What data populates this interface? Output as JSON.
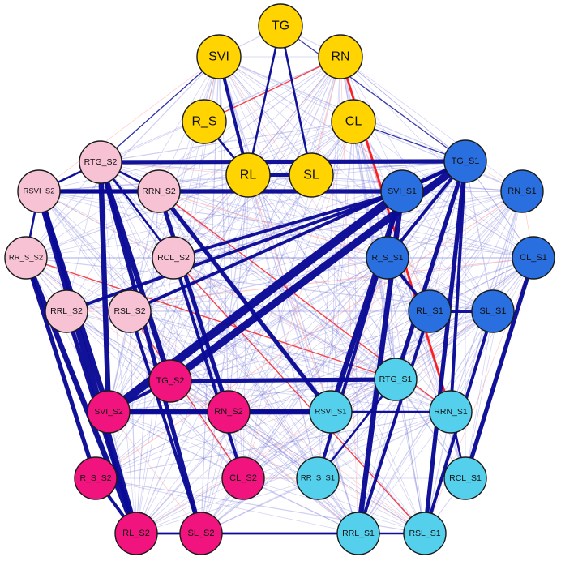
{
  "diagram": {
    "type": "network",
    "colors": {
      "group_original": "#ffd400",
      "group_S1_deep": "#2a6fe0",
      "group_S1_light": "#55d0ec",
      "group_S2_light": "#f7c2d4",
      "group_S2_deep": "#f2147e",
      "edge_positive": "#0a0a96",
      "edge_negative": "#ff1a1a"
    },
    "groups": [
      {
        "id": "original",
        "color": "#ffd400",
        "nodes": [
          "TG",
          "SVI",
          "RN",
          "R_S",
          "CL",
          "RL",
          "SL"
        ]
      },
      {
        "id": "S1_deep",
        "color": "#2a6fe0",
        "nodes": [
          "TG_S1",
          "RN_S1",
          "SVI_S1",
          "R_S_S1",
          "CL_S1",
          "RL_S1",
          "SL_S1"
        ]
      },
      {
        "id": "S1_light",
        "color": "#55d0ec",
        "nodes": [
          "RTG_S1",
          "RSVI_S1",
          "RRN_S1",
          "RR_S_S1",
          "RCL_S1",
          "RRL_S1",
          "RSL_S1"
        ]
      },
      {
        "id": "S2_deep",
        "color": "#f2147e",
        "nodes": [
          "TG_S2",
          "SVI_S2",
          "RN_S2",
          "R_S_S2",
          "CL_S2",
          "RL_S2",
          "SL_S2"
        ]
      },
      {
        "id": "S2_light",
        "color": "#f7c2d4",
        "nodes": [
          "RTG_S2",
          "RSVI_S2",
          "RRN_S2",
          "RR_S_S2",
          "RCL_S2",
          "RRL_S2",
          "RSL_S2"
        ]
      }
    ],
    "nodes": [
      {
        "id": "TG",
        "label": "TG",
        "group": "original"
      },
      {
        "id": "SVI",
        "label": "SVI",
        "group": "original"
      },
      {
        "id": "RN",
        "label": "RN",
        "group": "original"
      },
      {
        "id": "R_S",
        "label": "R_S",
        "group": "original"
      },
      {
        "id": "CL",
        "label": "CL",
        "group": "original"
      },
      {
        "id": "RL",
        "label": "RL",
        "group": "original"
      },
      {
        "id": "SL",
        "label": "SL",
        "group": "original"
      },
      {
        "id": "TG_S1",
        "label": "TG_S1",
        "group": "S1_deep"
      },
      {
        "id": "RN_S1",
        "label": "RN_S1",
        "group": "S1_deep"
      },
      {
        "id": "SVI_S1",
        "label": "SVI_S1",
        "group": "S1_deep"
      },
      {
        "id": "R_S_S1",
        "label": "R_S_S1",
        "group": "S1_deep"
      },
      {
        "id": "CL_S1",
        "label": "CL_S1",
        "group": "S1_deep"
      },
      {
        "id": "RL_S1",
        "label": "RL_S1",
        "group": "S1_deep"
      },
      {
        "id": "SL_S1",
        "label": "SL_S1",
        "group": "S1_deep"
      },
      {
        "id": "RTG_S1",
        "label": "RTG_S1",
        "group": "S1_light"
      },
      {
        "id": "RSVI_S1",
        "label": "RSVI_S1",
        "group": "S1_light"
      },
      {
        "id": "RRN_S1",
        "label": "RRN_S1",
        "group": "S1_light"
      },
      {
        "id": "RR_S_S1",
        "label": "RR_S_S1",
        "group": "S1_light"
      },
      {
        "id": "RCL_S1",
        "label": "RCL_S1",
        "group": "S1_light"
      },
      {
        "id": "RRL_S1",
        "label": "RRL_S1",
        "group": "S1_light"
      },
      {
        "id": "RSL_S1",
        "label": "RSL_S1",
        "group": "S1_light"
      },
      {
        "id": "TG_S2",
        "label": "TG_S2",
        "group": "S2_deep"
      },
      {
        "id": "SVI_S2",
        "label": "SVI_S2",
        "group": "S2_deep"
      },
      {
        "id": "RN_S2",
        "label": "RN_S2",
        "group": "S2_deep"
      },
      {
        "id": "R_S_S2",
        "label": "R_S_S2",
        "group": "S2_deep"
      },
      {
        "id": "CL_S2",
        "label": "CL_S2",
        "group": "S2_deep"
      },
      {
        "id": "RL_S2",
        "label": "RL_S2",
        "group": "S2_deep"
      },
      {
        "id": "SL_S2",
        "label": "SL_S2",
        "group": "S2_deep"
      },
      {
        "id": "RTG_S2",
        "label": "RTG_S2",
        "group": "S2_light"
      },
      {
        "id": "RSVI_S2",
        "label": "RSVI_S2",
        "group": "S2_light"
      },
      {
        "id": "RRN_S2",
        "label": "RRN_S2",
        "group": "S2_light"
      },
      {
        "id": "RR_S_S2",
        "label": "RR_S_S2",
        "group": "S2_light"
      },
      {
        "id": "RCL_S2",
        "label": "RCL_S2",
        "group": "S2_light"
      },
      {
        "id": "RRL_S2",
        "label": "RRL_S2",
        "group": "S2_light"
      },
      {
        "id": "RSL_S2",
        "label": "RSL_S2",
        "group": "S2_light"
      }
    ],
    "edges": [
      {
        "source": "RL",
        "target": "SVI",
        "sign": "positive",
        "strength": 3
      },
      {
        "source": "SL",
        "target": "TG",
        "sign": "positive",
        "strength": 2
      },
      {
        "source": "RL",
        "target": "TG",
        "sign": "positive",
        "strength": 2
      },
      {
        "source": "RL",
        "target": "SL",
        "sign": "positive",
        "strength": 3
      },
      {
        "source": "RL",
        "target": "R_S",
        "sign": "positive",
        "strength": 2
      },
      {
        "source": "RN",
        "target": "RRN_S1",
        "sign": "negative",
        "strength": 2
      },
      {
        "source": "RN",
        "target": "R_S",
        "sign": "negative",
        "strength": 1
      },
      {
        "source": "CL",
        "target": "TG_S1",
        "sign": "positive",
        "strength": 1
      },
      {
        "source": "RTG_S2",
        "target": "TG_S1",
        "sign": "positive",
        "strength": 4
      },
      {
        "source": "RSVI_S2",
        "target": "SVI_S1",
        "sign": "positive",
        "strength": 4
      },
      {
        "source": "RTG_S2",
        "target": "RRN_S2",
        "sign": "positive",
        "strength": 2
      },
      {
        "source": "RTG_S2",
        "target": "RSVI_S2",
        "sign": "positive",
        "strength": 2
      },
      {
        "source": "RSVI_S2",
        "target": "RR_S_S2",
        "sign": "positive",
        "strength": 2
      },
      {
        "source": "RTG_S2",
        "target": "TG_S2",
        "sign": "positive",
        "strength": 5
      },
      {
        "source": "RTG_S2",
        "target": "SVI_S2",
        "sign": "positive",
        "strength": 5
      },
      {
        "source": "RSVI_S2",
        "target": "RL_S2",
        "sign": "positive",
        "strength": 6
      },
      {
        "source": "RSVI_S2",
        "target": "SVI_S2",
        "sign": "positive",
        "strength": 5
      },
      {
        "source": "RR_S_S2",
        "target": "RL_S2",
        "sign": "positive",
        "strength": 5
      },
      {
        "source": "RR_S_S2",
        "target": "R_S_S2",
        "sign": "positive",
        "strength": 4
      },
      {
        "source": "RRL_S2",
        "target": "RL_S2",
        "sign": "positive",
        "strength": 4
      },
      {
        "source": "RTG_S2",
        "target": "SL_S2",
        "sign": "positive",
        "strength": 4
      },
      {
        "source": "RRN_S2",
        "target": "RN_S2",
        "sign": "positive",
        "strength": 4
      },
      {
        "source": "RRN_S2",
        "target": "RSVI_S1",
        "sign": "positive",
        "strength": 4
      },
      {
        "source": "RCL_S2",
        "target": "CL_S2",
        "sign": "positive",
        "strength": 3
      },
      {
        "source": "RSL_S2",
        "target": "SL_S2",
        "sign": "positive",
        "strength": 3
      },
      {
        "source": "SVI_S2",
        "target": "SVI_S1",
        "sign": "positive",
        "strength": 8
      },
      {
        "source": "TG_S2",
        "target": "TG_S1",
        "sign": "positive",
        "strength": 7
      },
      {
        "source": "TG_S2",
        "target": "RTG_S1",
        "sign": "positive",
        "strength": 4
      },
      {
        "source": "SVI_S2",
        "target": "RSVI_S1",
        "sign": "positive",
        "strength": 5
      },
      {
        "source": "RN_S2",
        "target": "RSVI_S1",
        "sign": "positive",
        "strength": 3
      },
      {
        "source": "SVI_S1",
        "target": "RSVI_S1",
        "sign": "positive",
        "strength": 5
      },
      {
        "source": "SVI_S1",
        "target": "RRL_S1",
        "sign": "positive",
        "strength": 5
      },
      {
        "source": "SVI_S1",
        "target": "RR_S_S1",
        "sign": "positive",
        "strength": 3
      },
      {
        "source": "TG_S1",
        "target": "RTG_S1",
        "sign": "positive",
        "strength": 4
      },
      {
        "source": "TG_S1",
        "target": "RSL_S1",
        "sign": "positive",
        "strength": 4
      },
      {
        "source": "TG_S1",
        "target": "RRN_S1",
        "sign": "positive",
        "strength": 3
      },
      {
        "source": "TG_S1",
        "target": "SVI_S1",
        "sign": "positive",
        "strength": 3
      },
      {
        "source": "TG_S1",
        "target": "R_S_S1",
        "sign": "positive",
        "strength": 3
      },
      {
        "source": "R_S_S1",
        "target": "RL_S1",
        "sign": "positive",
        "strength": 3
      },
      {
        "source": "RL_S1",
        "target": "SL_S1",
        "sign": "positive",
        "strength": 3
      },
      {
        "source": "RL_S1",
        "target": "RRL_S1",
        "sign": "positive",
        "strength": 3
      },
      {
        "source": "CL_S1",
        "target": "RCL_S1",
        "sign": "positive",
        "strength": 4
      },
      {
        "source": "SL_S1",
        "target": "RSL_S1",
        "sign": "positive",
        "strength": 3
      },
      {
        "source": "RRN_S1",
        "target": "RCL_S1",
        "sign": "positive",
        "strength": 2
      },
      {
        "source": "RTG_S1",
        "target": "RR_S_S1",
        "sign": "positive",
        "strength": 2
      },
      {
        "source": "TG_S2",
        "target": "SVI_S2",
        "sign": "positive",
        "strength": 3
      },
      {
        "source": "SVI_S2",
        "target": "RN_S2",
        "sign": "positive",
        "strength": 3
      },
      {
        "source": "R_S_S2",
        "target": "RL_S2",
        "sign": "positive",
        "strength": 3
      },
      {
        "source": "SL_S2",
        "target": "RL_S2",
        "sign": "positive",
        "strength": 2
      },
      {
        "source": "RRL_S2",
        "target": "SVI_S1",
        "sign": "positive",
        "strength": 3
      },
      {
        "source": "RSL_S2",
        "target": "TG_S1",
        "sign": "positive",
        "strength": 3
      },
      {
        "source": "RSVI_S2",
        "target": "RRN_S2",
        "sign": "positive",
        "strength": 3
      },
      {
        "source": "RL_S2",
        "target": "RSL_S1",
        "sign": "positive",
        "strength": 2
      },
      {
        "source": "SL_S2",
        "target": "RRL_S1",
        "sign": "positive",
        "strength": 2
      },
      {
        "source": "RSVI_S1",
        "target": "RRN_S1",
        "sign": "positive",
        "strength": 2
      },
      {
        "source": "RTG_S2",
        "target": "RCL_S2",
        "sign": "positive",
        "strength": 2
      },
      {
        "source": "RCL_S2",
        "target": "SVI_S1",
        "sign": "positive",
        "strength": 3
      },
      {
        "source": "SVI",
        "target": "RTG_S2",
        "sign": "positive",
        "strength": 1
      },
      {
        "source": "TG",
        "target": "TG_S1",
        "sign": "positive",
        "strength": 1
      },
      {
        "source": "RRN_S2",
        "target": "RRN_S1",
        "sign": "negative",
        "strength": 1
      },
      {
        "source": "RCL_S2",
        "target": "RSL_S1",
        "sign": "negative",
        "strength": 1
      },
      {
        "source": "RR_S_S2",
        "target": "RTG_S1",
        "sign": "negative",
        "strength": 1
      },
      {
        "source": "RSL_S2",
        "target": "CL_S2",
        "sign": "negative",
        "strength": 1
      }
    ]
  }
}
